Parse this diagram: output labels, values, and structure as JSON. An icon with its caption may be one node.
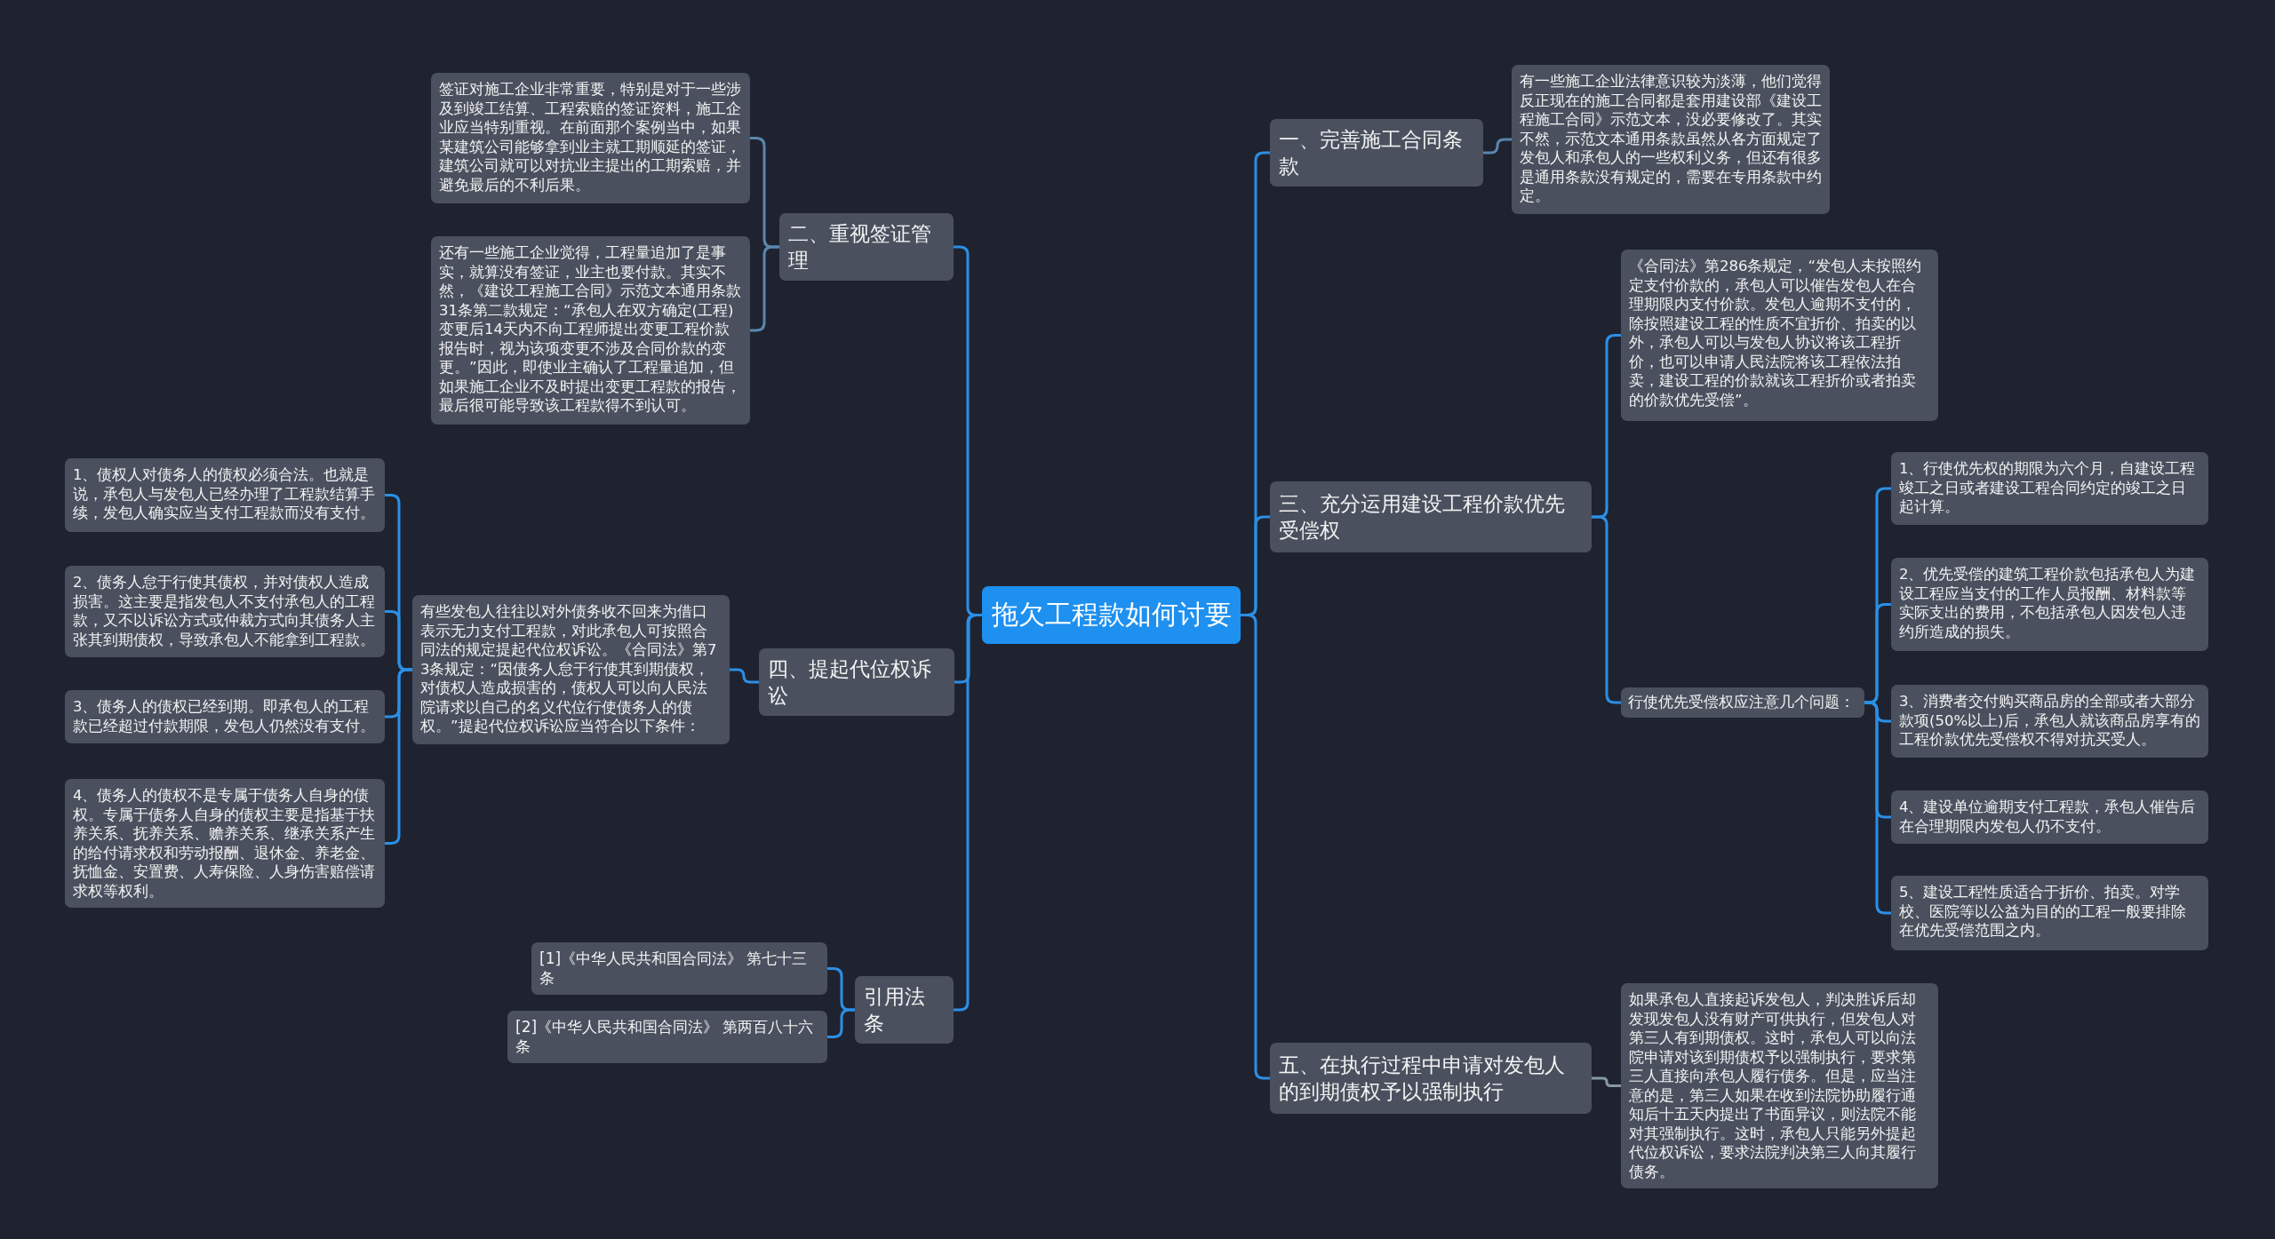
{
  "diagram": {
    "nodes": [
      {
        "text": [
          "拖欠工程款如何讨要"
        ]
      },
      {
        "text": [
          "一、完善施工合同条款"
        ]
      },
      {
        "text": [
          "有一些施工企业法律意识较为淡薄，他们觉得反正现在的施工合同都是套用建设部《建设工程施工合同》示范文本，没必要修改了。其实不然，示范文本通用条款虽然从各方面规定了发包人和承包人的一些权利义务，但还有很多是通用条款没有规定的，需要在专用条款中约定。"
        ]
      },
      {
        "text": [
          "二、重视签证管理"
        ]
      },
      {
        "text": [
          "签证对施工企业非常重要，特别是对于一些涉及到竣工结算、工程索赔的签证资料，施工企业应当特别重视。在前面那个案例当中，如果某建筑公司能够拿到业主就工期顺延的签证，建筑公司就可以对抗业主提出的工期索赔，并避免最后的不利后果。"
        ]
      },
      {
        "text": [
          "还有一些施工企业觉得，工程量追加了是事实，就算没有签证，业主也要付款。其实不然，《建设工程施工合同》示范文本通用条款31条第二款规定：“承包人在双方确定(工程)变更后14天内不向工程师提出变更工程价款报告时，视为该项变更不涉及合同价款的变更。”因此，即使业主确认了工程量追加，但如果施工企业不及时提出变更工程款的报告，最后很可能导致该工程款得不到认可。"
        ]
      },
      {
        "text": [
          "三、充分运用建设工程价款优先受偿权"
        ]
      },
      {
        "text": [
          "《合同法》第286条规定，“发包人未按照约定支付价款的，承包人可以催告发包人在合理期限内支付价款。发包人逾期不支付的，除按照建设工程的性质不宜折价、拍卖的以外，承包人可以与发包人协议将该工程折价，也可以申请人民法院将该工程依法拍卖，建设工程的价款就该工程折价或者拍卖的价款优先受偿”。"
        ]
      },
      {
        "text": [
          "行使优先受偿权应注意几个问题："
        ]
      },
      {
        "text": [
          "1、行使优先权的期限为六个月，自建设工程竣工之日或者建设工程合同约定的竣工之日起计算。"
        ]
      },
      {
        "text": [
          "2、优先受偿的建筑工程价款包括承包人为建设工程应当支付的工作人员报酬、材料款等实际支出的费用，不包括承包人因发包人违约所造成的损失。"
        ]
      },
      {
        "text": [
          "3、消费者交付购买商品房的全部或者大部分款项(50%以上)后，承包人就该商品房享有的工程价款优先受偿权不得对抗买受人。"
        ]
      },
      {
        "text": [
          "4、建设单位逾期支付工程款，承包人催告后在合理期限内发包人仍不支付。"
        ]
      },
      {
        "text": [
          "5、建设工程性质适合于折价、拍卖。对学校、医院等以公益为目的的工程一般要排除在优先受偿范围之内。"
        ]
      },
      {
        "text": [
          "四、提起代位权诉讼"
        ]
      },
      {
        "text": [
          "有些发包人往往以对外债务收不回来为借口表示无力支付工程款，对此承包人可按照合同法的规定提起代位权诉讼。《合同法》第73条规定：“因债务人怠于行使其到期债权，对债权人造成损害的，债权人可以向人民法院请求以自己的名义代位行使债务人的债权。”提起代位权诉讼应当符合以下条件："
        ]
      },
      {
        "text": [
          "1、债权人对债务人的债权必须合法。也就是说，承包人与发包人已经办理了工程款结算手续，发包人确实应当支付工程款而没有支付。"
        ]
      },
      {
        "text": [
          "2、债务人怠于行使其债权，并对债权人造成损害。这主要是指发包人不支付承包人的工程款，又不以诉讼方式或仲裁方式向其债务人主张其到期债权，导致承包人不能拿到工程款。"
        ]
      },
      {
        "text": [
          "3、债务人的债权已经到期。即承包人的工程款已经超过付款期限，发包人仍然没有支付。"
        ]
      },
      {
        "text": [
          "4、债务人的债权不是专属于债务人自身的债权。专属于债务人自身的债权主要是指基于扶养关系、抚养关系、赡养关系、继承关系产生的给付请求权和劳动报酬、退休金、养老金、抚恤金、安置费、人寿保险、人身伤害赔偿请求权等权利。"
        ]
      },
      {
        "text": [
          "五、在执行过程中申请对发包人的到期债权予以强制执行"
        ]
      },
      {
        "text": [
          "如果承包人直接起诉发包人，判决胜诉后却发现发包人没有财产可供执行，但发包人对第三人有到期债权。这时，承包人可以向法院申请对该到期债权予以强制执行，要求第三人直接向承包人履行债务。但是，应当注意的是，第三人如果在收到法院协助履行通知后十五天内提出了书面异议，则法院不能对其强制执行。这时，承包人只能另外提起代位权诉讼，要求法院判决第三人向其履行债务。"
        ]
      },
      {
        "text": [
          "引用法条"
        ]
      },
      {
        "text": [
          "[1]《中华人民共和国合同法》 第七十三条"
        ]
      },
      {
        "text": [
          "[2]《中华人民共和国合同法》 第两百八十六条"
        ]
      }
    ],
    "edges": [
      {
        "from": 0,
        "to": 1,
        "arrow": "none"
      },
      {
        "from": 1,
        "to": 2,
        "arrow": "none",
        "color": "#5a86ad"
      },
      {
        "from": 0,
        "to": 3,
        "arrow": "none"
      },
      {
        "from": 3,
        "to": 4,
        "arrow": "none",
        "color": "#5a86ad"
      },
      {
        "from": 3,
        "to": 5,
        "arrow": "none",
        "color": "#5a86ad"
      },
      {
        "from": 0,
        "to": 6,
        "arrow": "none"
      },
      {
        "from": 6,
        "to": 7,
        "arrow": "none"
      },
      {
        "from": 6,
        "to": 8,
        "arrow": "none"
      },
      {
        "from": 8,
        "to": 9,
        "arrow": "none"
      },
      {
        "from": 8,
        "to": 10,
        "arrow": "none"
      },
      {
        "from": 8,
        "to": 11,
        "arrow": "none"
      },
      {
        "from": 8,
        "to": 12,
        "arrow": "none"
      },
      {
        "from": 8,
        "to": 13,
        "arrow": "none"
      },
      {
        "from": 0,
        "to": 14,
        "arrow": "none"
      },
      {
        "from": 14,
        "to": 15,
        "arrow": "none"
      },
      {
        "from": 15,
        "to": 16,
        "arrow": "none"
      },
      {
        "from": 15,
        "to": 17,
        "arrow": "none"
      },
      {
        "from": 15,
        "to": 18,
        "arrow": "none"
      },
      {
        "from": 15,
        "to": 19,
        "arrow": "none"
      },
      {
        "from": 0,
        "to": 20,
        "arrow": "none"
      },
      {
        "from": 20,
        "to": 21,
        "arrow": "none",
        "color": "#8797a8"
      },
      {
        "from": 0,
        "to": 22,
        "arrow": "none"
      },
      {
        "from": 22,
        "to": 23,
        "arrow": "none"
      },
      {
        "from": 22,
        "to": 24,
        "arrow": "none"
      }
    ]
  }
}
